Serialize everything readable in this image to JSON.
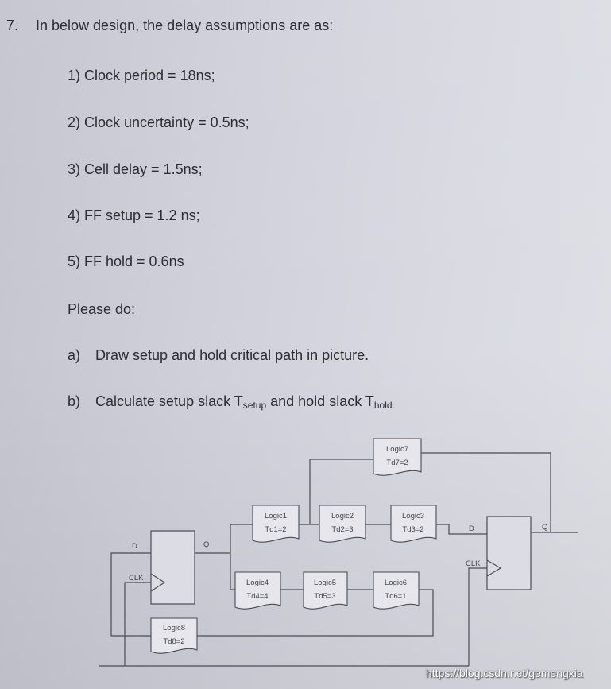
{
  "question": {
    "number": "7.",
    "title": "In below design, the delay assumptions are as:",
    "assumptions": [
      "1) Clock period = 18ns;",
      "2) Clock uncertainty = 0.5ns;",
      "3) Cell delay = 1.5ns;",
      "4) FF setup = 1.2 ns;",
      "5) FF hold = 0.6ns"
    ],
    "prompt": "Please do:",
    "tasks": [
      {
        "label": "a)",
        "text": "Draw setup and hold critical path in picture."
      },
      {
        "label": "b)",
        "text_before": "Calculate setup slack T",
        "sub1": "setup",
        "text_mid": " and hold slack T",
        "sub2": "hold."
      }
    ]
  },
  "diagram": {
    "logic_blocks": [
      {
        "name": "Logic1",
        "delay": "Td1=2"
      },
      {
        "name": "Logic2",
        "delay": "Td2=3"
      },
      {
        "name": "Logic3",
        "delay": "Td3=2"
      },
      {
        "name": "Logic4",
        "delay": "Td4=4"
      },
      {
        "name": "Logic5",
        "delay": "Td5=3"
      },
      {
        "name": "Logic6",
        "delay": "Td6=1"
      },
      {
        "name": "Logic7",
        "delay": "Td7=2"
      },
      {
        "name": "Logic8",
        "delay": "Td8=2"
      }
    ],
    "ff_launch": {
      "d": "D",
      "q": "Q",
      "clk": "CLK"
    },
    "ff_capture": {
      "d": "D",
      "q": "Q",
      "clk": "CLK"
    }
  },
  "watermark": "https://blog.csdn.net/gemengxia"
}
